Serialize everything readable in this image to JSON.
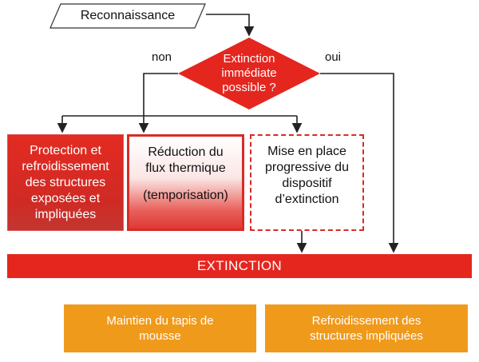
{
  "reconnaissance": "Reconnaissance",
  "decision": {
    "line1": "Extinction",
    "line2": "immédiate",
    "line3": "possible ?"
  },
  "labels": {
    "no": "non",
    "yes": "oui"
  },
  "boxes": {
    "protection": {
      "l1": "Protection et",
      "l2": "refroidissement",
      "l3": "des structures",
      "l4": "exposées et",
      "l5": "impliquées"
    },
    "reduction": {
      "l1": "Réduction du",
      "l2": "flux thermique",
      "sub": "(temporisation)"
    },
    "mise": {
      "l1": "Mise en place",
      "l2": "progressive du",
      "l3": "dispositif",
      "l4": "d’extinction"
    }
  },
  "extinction": "EXTINCTION",
  "bottom": {
    "maintien": {
      "l1": "Maintien du tapis de",
      "l2": "mousse"
    },
    "refroid": {
      "l1": "Refroidissement des",
      "l2": "structures impliquées"
    }
  },
  "colors": {
    "red": "#e4261f",
    "orange": "#f09a1c",
    "line": "#222222"
  }
}
